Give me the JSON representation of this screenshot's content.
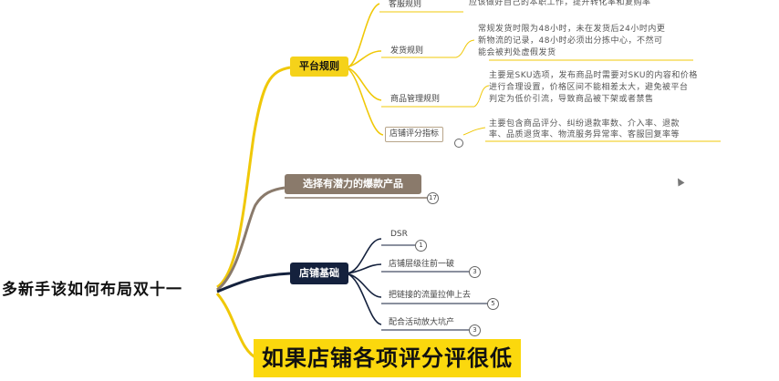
{
  "root": {
    "label": "多新手该如何布局双十一"
  },
  "banner": {
    "text": "如果店铺各项评分评很低"
  },
  "branches": {
    "platform_rules": {
      "label": "平台规则",
      "children": [
        {
          "label": "客服规则",
          "desc": [
            "应该做好自己的本职工作，提升转化率和复购率"
          ]
        },
        {
          "label": "发货规则",
          "desc": [
            "常规发货时限为48小时，未在发货后24小时内更",
            "新物流的记录，48小时必须出分拣中心，不然可",
            "能会被判处虚假发货"
          ]
        },
        {
          "label": "商品管理规则",
          "desc": [
            "主要是SKU选项，发布商品时需要对SKU的内容和价格",
            "进行合理设置，价格区间不能相差太大，避免被平台",
            "判定为低价引流，导致商品被下架或者禁售"
          ]
        },
        {
          "label": "店铺评分指标",
          "desc": [
            "主要包含商品评分、纠纷退款率数、介入率、退款",
            "率、品质退货率、物流服务异常率、客服回复率等"
          ]
        }
      ]
    },
    "select_products": {
      "label": "选择有潜力的爆款产品",
      "badge": "17"
    },
    "store_basics": {
      "label": "店铺基础",
      "children": [
        {
          "label": "DSR",
          "badge": "1"
        },
        {
          "label": "店铺层级往前一破",
          "badge": "3"
        },
        {
          "label": "把链接的流量拉伸上去",
          "badge": "5"
        },
        {
          "label": "配合活动放大坑产",
          "badge": "3"
        }
      ]
    }
  },
  "colors": {
    "yellow_branch": "#f0c808",
    "brown_branch": "#8a7a6b",
    "navy_branch": "#14213d",
    "banner": "#fbd80d"
  }
}
